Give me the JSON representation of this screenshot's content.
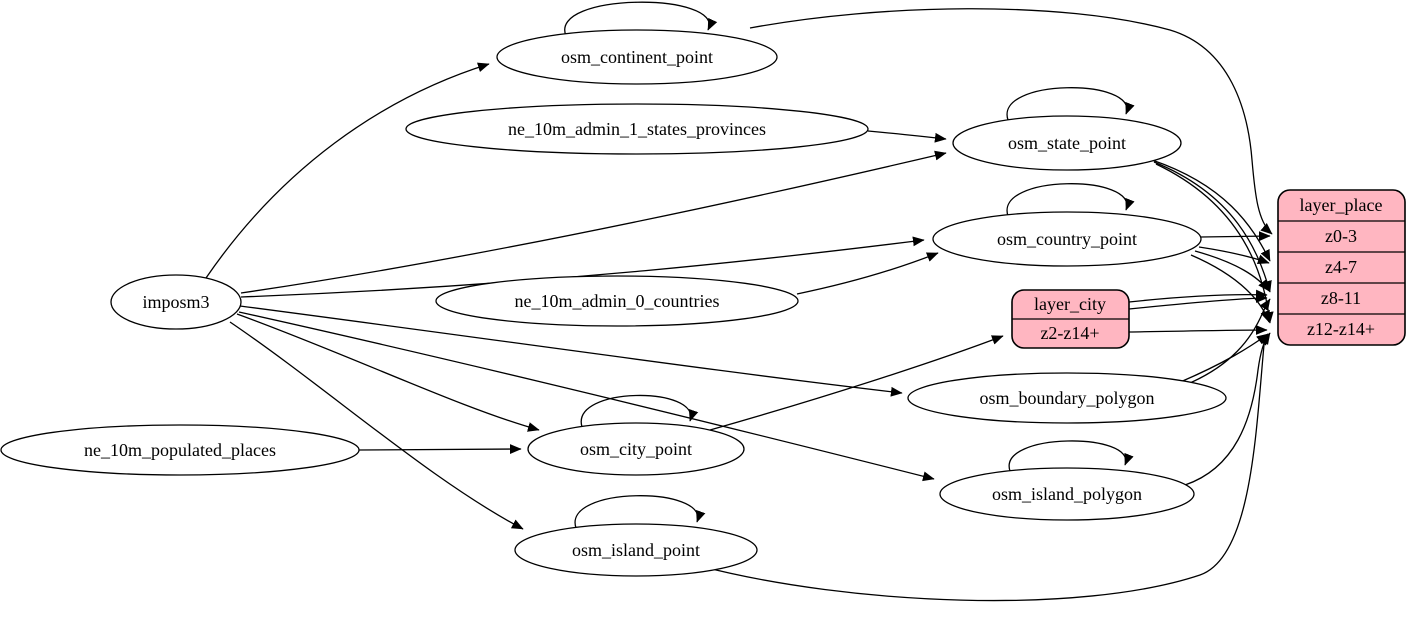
{
  "colors": {
    "background": "#ffffff",
    "node_fill": "#ffffff",
    "record_fill": "#ffb6c1",
    "stroke": "#000000"
  },
  "nodes": {
    "imposm3": {
      "label": "imposm3"
    },
    "osm_continent_point": {
      "label": "osm_continent_point"
    },
    "ne_10m_admin_1_states_provinces": {
      "label": "ne_10m_admin_1_states_provinces"
    },
    "osm_state_point": {
      "label": "osm_state_point"
    },
    "osm_country_point": {
      "label": "osm_country_point"
    },
    "ne_10m_admin_0_countries": {
      "label": "ne_10m_admin_0_countries"
    },
    "osm_boundary_polygon": {
      "label": "osm_boundary_polygon"
    },
    "osm_island_polygon": {
      "label": "osm_island_polygon"
    },
    "ne_10m_populated_places": {
      "label": "ne_10m_populated_places"
    },
    "osm_city_point": {
      "label": "osm_city_point"
    },
    "osm_island_point": {
      "label": "osm_island_point"
    }
  },
  "records": {
    "layer_city": {
      "title": "layer_city",
      "rows": [
        "z2-z14+"
      ]
    },
    "layer_place": {
      "title": "layer_place",
      "rows": [
        "z0-3",
        "z4-7",
        "z8-11",
        "z12-z14+"
      ]
    }
  },
  "edges": [
    {
      "from": "imposm3",
      "to": "osm_continent_point"
    },
    {
      "from": "imposm3",
      "to": "osm_state_point"
    },
    {
      "from": "imposm3",
      "to": "osm_country_point"
    },
    {
      "from": "imposm3",
      "to": "osm_boundary_polygon"
    },
    {
      "from": "imposm3",
      "to": "osm_city_point"
    },
    {
      "from": "imposm3",
      "to": "osm_island_point"
    },
    {
      "from": "imposm3",
      "to": "osm_island_polygon"
    },
    {
      "from": "ne_10m_admin_1_states_provinces",
      "to": "osm_state_point"
    },
    {
      "from": "ne_10m_admin_0_countries",
      "to": "osm_country_point"
    },
    {
      "from": "ne_10m_populated_places",
      "to": "osm_city_point"
    },
    {
      "from": "osm_continent_point",
      "to": "osm_continent_point"
    },
    {
      "from": "osm_state_point",
      "to": "osm_state_point"
    },
    {
      "from": "osm_country_point",
      "to": "osm_country_point"
    },
    {
      "from": "osm_city_point",
      "to": "osm_city_point"
    },
    {
      "from": "osm_island_point",
      "to": "osm_island_point"
    },
    {
      "from": "osm_island_polygon",
      "to": "osm_island_polygon"
    },
    {
      "from": "osm_continent_point",
      "to": "layer_place:z0-3"
    },
    {
      "from": "osm_country_point",
      "to": "layer_place:z0-3"
    },
    {
      "from": "osm_country_point",
      "to": "layer_place:z4-7"
    },
    {
      "from": "osm_country_point",
      "to": "layer_place:z8-11"
    },
    {
      "from": "osm_country_point",
      "to": "layer_place:z12-z14+"
    },
    {
      "from": "osm_state_point",
      "to": "layer_place:z4-7"
    },
    {
      "from": "osm_state_point",
      "to": "layer_place:z8-11"
    },
    {
      "from": "osm_state_point",
      "to": "layer_place:z12-z14+"
    },
    {
      "from": "osm_city_point",
      "to": "layer_city:z2-z14+"
    },
    {
      "from": "layer_city",
      "to": "layer_place:z8-11"
    },
    {
      "from": "layer_city",
      "to": "layer_place:z8-11"
    },
    {
      "from": "layer_city",
      "to": "layer_place:z12-z14+"
    },
    {
      "from": "osm_boundary_polygon",
      "to": "layer_place:z8-11"
    },
    {
      "from": "osm_boundary_polygon",
      "to": "layer_place:z12-z14+"
    },
    {
      "from": "osm_island_polygon",
      "to": "layer_place:z12-z14+"
    },
    {
      "from": "osm_island_point",
      "to": "layer_place:z12-z14+"
    }
  ]
}
